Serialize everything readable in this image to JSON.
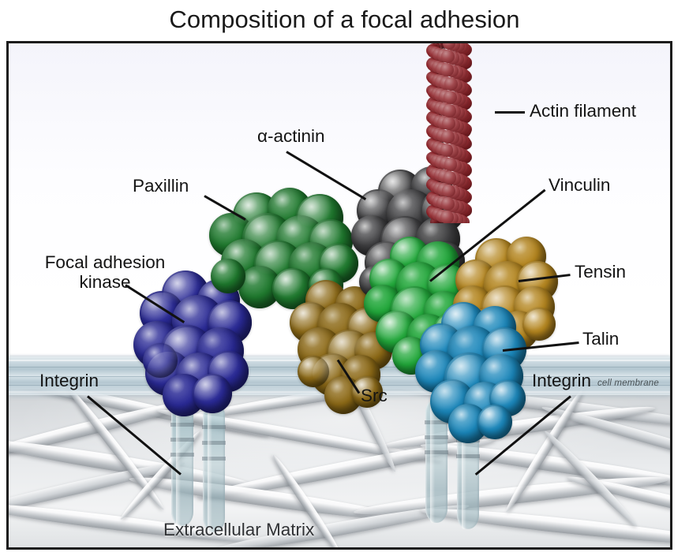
{
  "title": "Composition of a focal adhesion",
  "figure": {
    "membrane_label": "cell membrane",
    "matrix_label": "Extracellular Matrix"
  },
  "labels": {
    "actin_filament": "Actin filament",
    "alpha_actinin": "α-actinin",
    "paxillin": "Paxillin",
    "vinculin": "Vinculin",
    "focal_adhesion_kinase_line1": "Focal adhesion",
    "focal_adhesion_kinase_line2": "kinase",
    "tensin": "Tensin",
    "talin": "Talin",
    "src": "Src",
    "integrin_left": "Integrin",
    "integrin_right": "Integrin"
  },
  "colors": {
    "actin_filament": "#8c2026",
    "alpha_actinin": "#3e3e40",
    "paxillin": "#1f7a2e",
    "vinculin": "#21a83a",
    "focal_adhesion_kinase": "#2a2a96",
    "tensin": "#b5861f",
    "talin": "#1b87bb",
    "src": "#8d6a17",
    "integrin": "#a8c5cc",
    "membrane": "#a6bdc8",
    "extracellular_matrix": "#e3e6e8",
    "border": "#1c1c1c",
    "text": "#141414"
  }
}
